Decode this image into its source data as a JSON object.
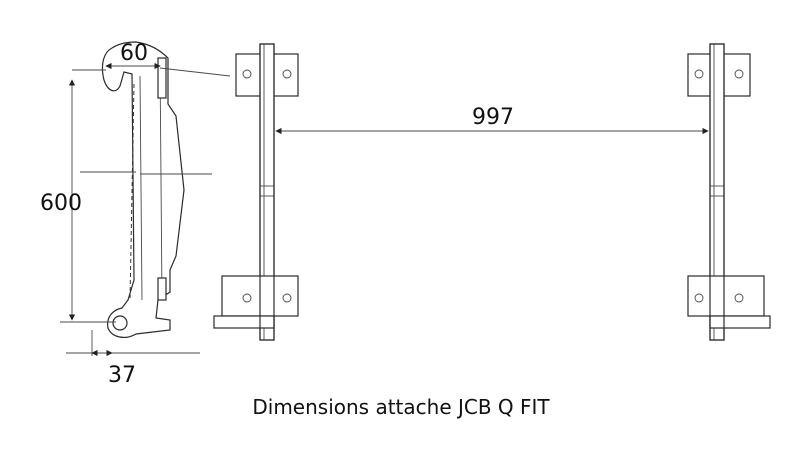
{
  "dimensions": {
    "hook_width": "60",
    "height": "600",
    "base_width": "37",
    "frame_spacing": "997"
  },
  "caption": "Dimensions attache JCB Q FIT"
}
